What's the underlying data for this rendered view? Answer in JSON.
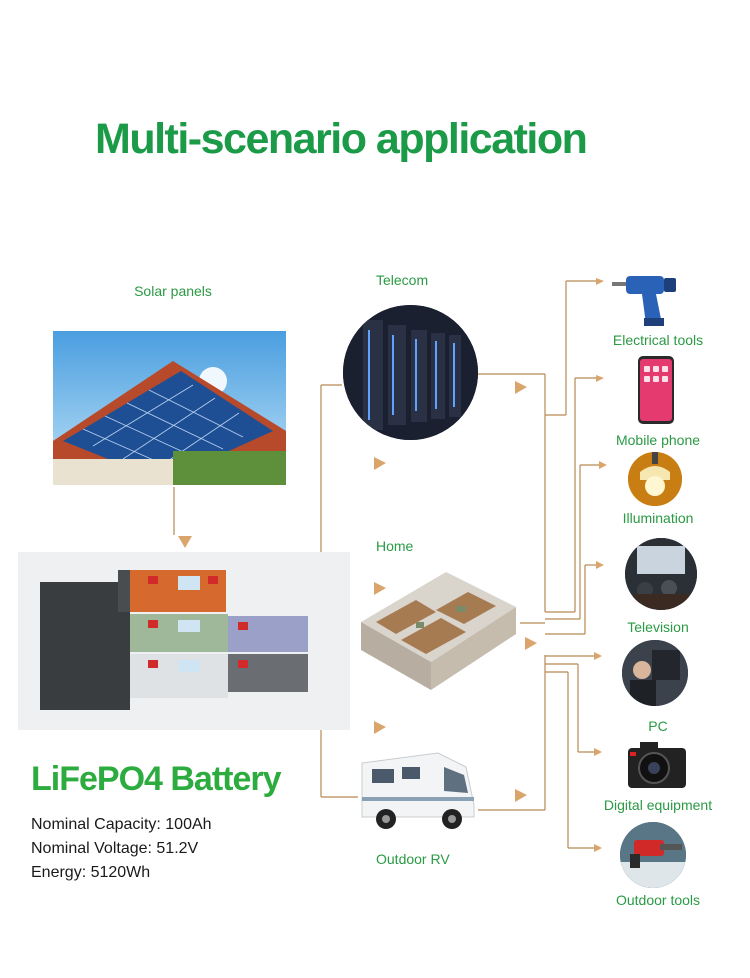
{
  "page": {
    "title": "Multi-scenario application"
  },
  "sources": {
    "solar_label": "Solar panels"
  },
  "battery": {
    "title": "LiFePO4 Battery",
    "specs": [
      "Nominal Capacity: 100Ah",
      "Nominal Voltage: 51.2V",
      "Energy: 5120Wh"
    ]
  },
  "scenarios": {
    "telecom": "Telecom",
    "home": "Home",
    "rv": "Outdoor RV"
  },
  "devices": [
    {
      "label": "Electrical tools",
      "icon": "drill-icon"
    },
    {
      "label": "Mobile phone",
      "icon": "phone-icon"
    },
    {
      "label": "Illumination",
      "icon": "lamp-icon"
    },
    {
      "label": "Television",
      "icon": "tv-icon"
    },
    {
      "label": "PC",
      "icon": "pc-icon"
    },
    {
      "label": "Digital equipment",
      "icon": "camera-icon"
    },
    {
      "label": "Outdoor tools",
      "icon": "outdoor-tool-icon"
    }
  ],
  "colors": {
    "title_green": "#1b9a48",
    "label_green": "#2a9a44",
    "connector_brown": "#b78a55",
    "arrow_orange": "#d4a066"
  }
}
